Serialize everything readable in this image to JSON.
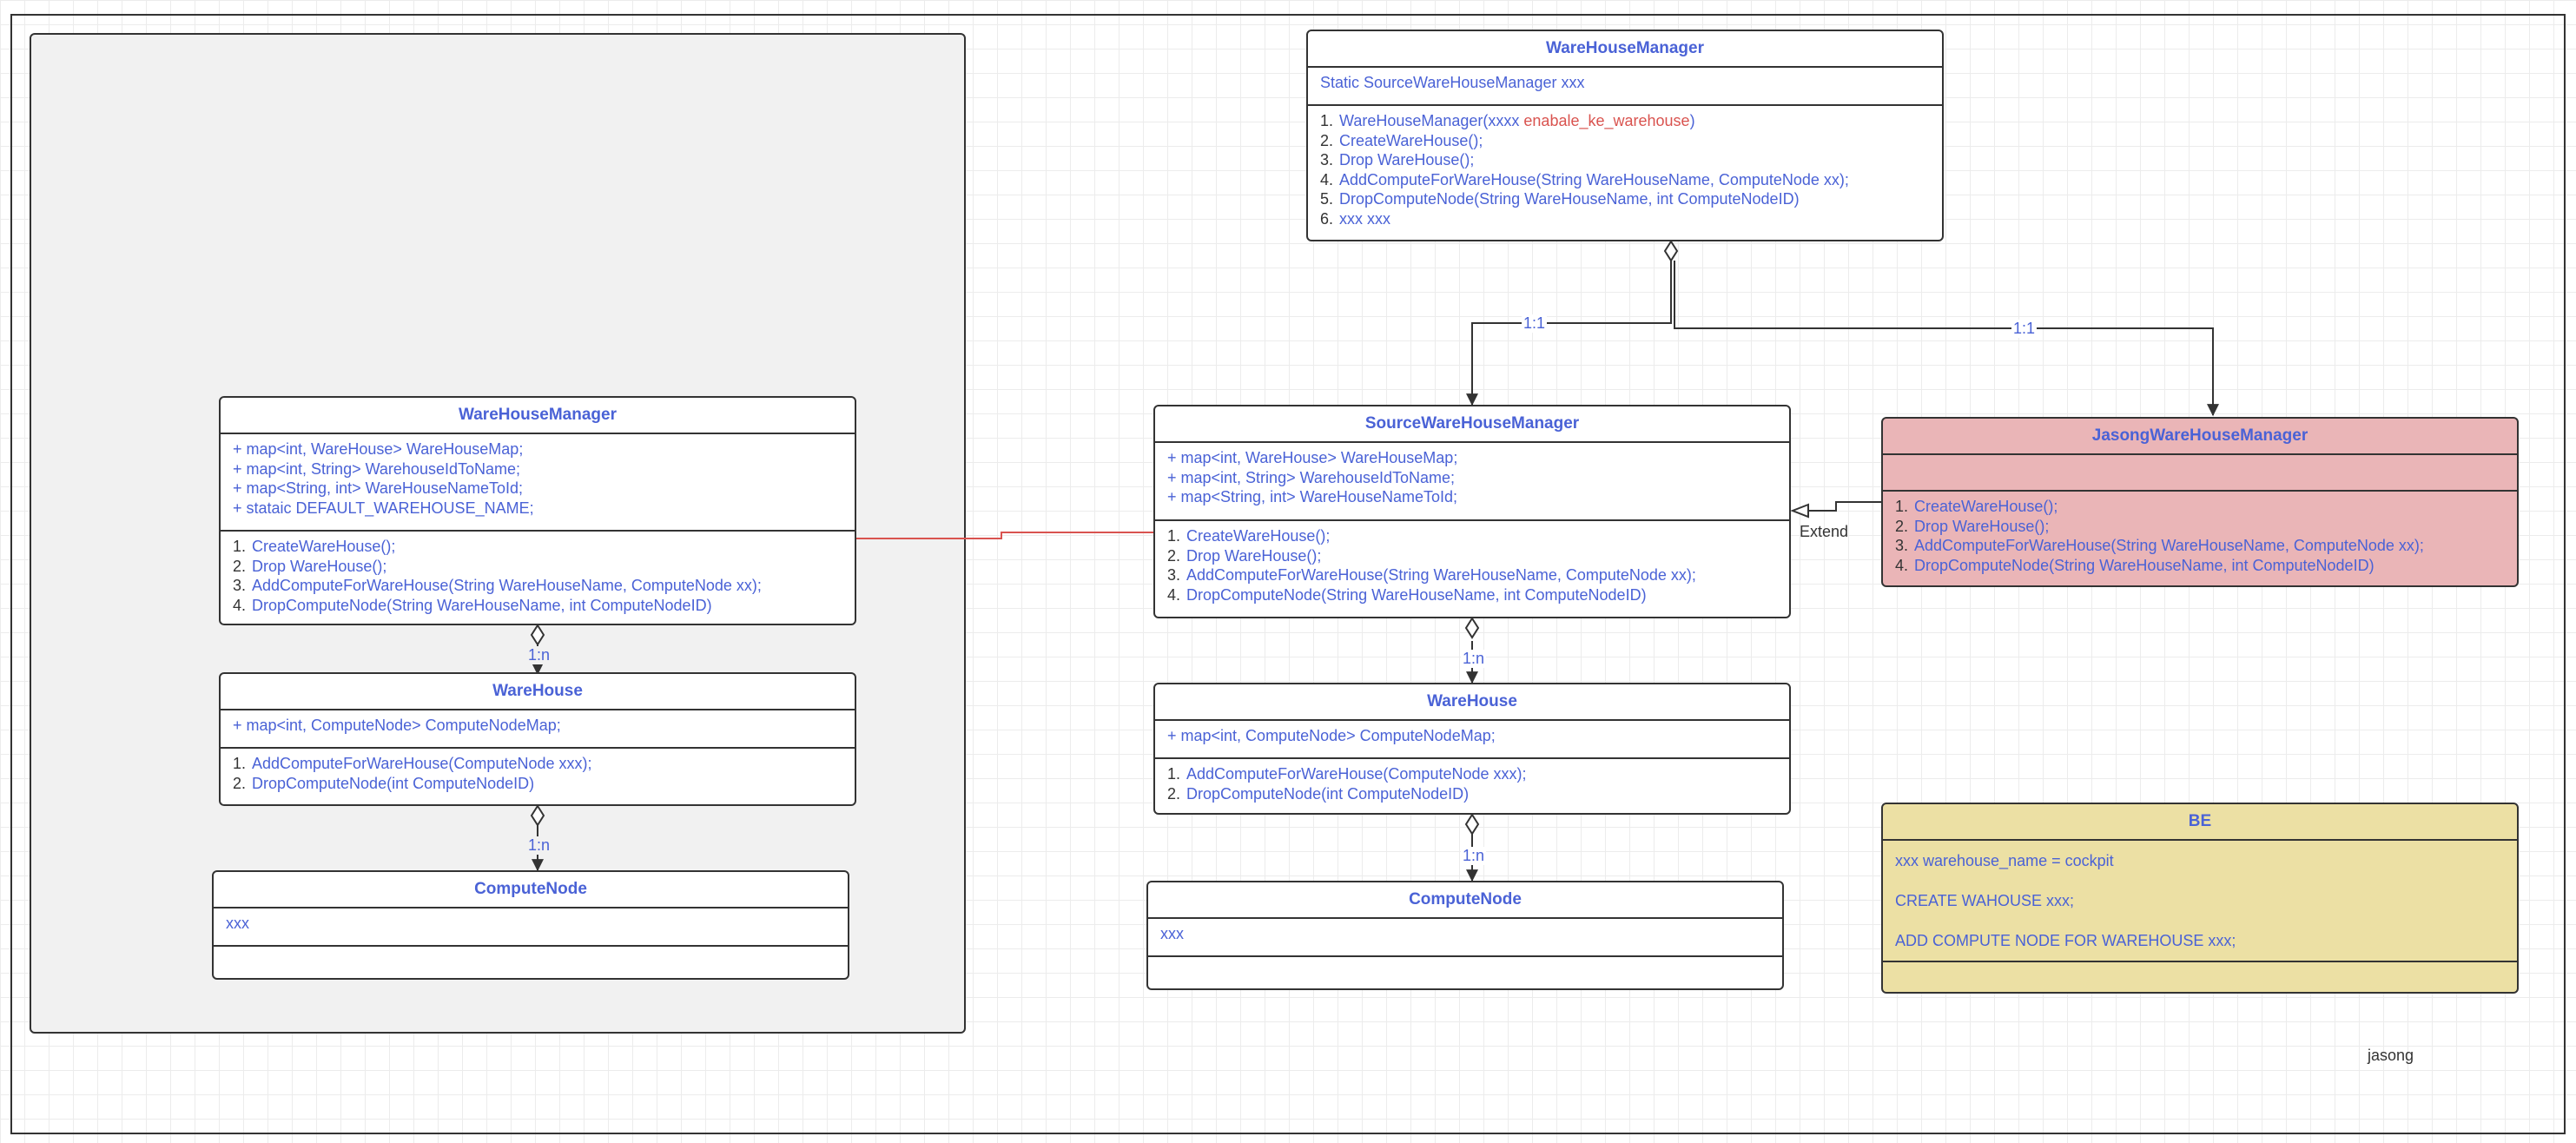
{
  "left": {
    "manager": {
      "title": "WareHouseManager",
      "fields": [
        "+ map<int, WareHouse> WareHouseMap;",
        "+ map<int, String> WarehouseIdToName;",
        "+ map<String, int> WareHouseNameToId;",
        "+ stataic DEFAULT_WAREHOUSE_NAME;"
      ],
      "methods": [
        {
          "n": "1.",
          "t": "CreateWareHouse();"
        },
        {
          "n": "2.",
          "t": "Drop WareHouse();"
        },
        {
          "n": "3.",
          "t": "AddComputeForWareHouse(String WareHouseName, ComputeNode xx);"
        },
        {
          "n": "4.",
          "t": "DropComputeNode(String WareHouseName, int ComputeNodeID)"
        }
      ]
    },
    "warehouse": {
      "title": "WareHouse",
      "fields": [
        "+ map<int, ComputeNode> ComputeNodeMap;"
      ],
      "methods": [
        {
          "n": "1.",
          "t": "AddComputeForWareHouse(ComputeNode xxx);"
        },
        {
          "n": "2.",
          "t": "DropComputeNode(int ComputeNodeID)"
        }
      ]
    },
    "computenode": {
      "title": "ComputeNode",
      "fields": [
        "xxx"
      ]
    },
    "labels": {
      "m_to_wh": "1:n",
      "wh_to_cn": "1:n"
    }
  },
  "top": {
    "title": "WareHouseManager",
    "field": "Static SourceWareHouseManager xxx",
    "methods": [
      {
        "n": "1.",
        "t": "WareHouseManager(xxxx ",
        "red": "enabale_ke_warehouse",
        "end": ")"
      },
      {
        "n": "2.",
        "t": "CreateWareHouse();"
      },
      {
        "n": "3.",
        "t": "Drop WareHouse();"
      },
      {
        "n": "4.",
        "t": "AddComputeForWareHouse(String WareHouseName, ComputeNode xx);"
      },
      {
        "n": "5.",
        "t": "DropComputeNode(String WareHouseName, int ComputeNodeID)"
      },
      {
        "n": "6.",
        "t": "xxx xxx"
      }
    ],
    "labels": {
      "to_source": "1:1",
      "to_jasong": "1:1"
    }
  },
  "source": {
    "title": "SourceWareHouseManager",
    "fields": [
      "+ map<int, WareHouse> WareHouseMap;",
      "+ map<int, String> WarehouseIdToName;",
      "+ map<String, int> WareHouseNameToId;"
    ],
    "methods": [
      {
        "n": "1.",
        "t": "CreateWareHouse();"
      },
      {
        "n": "2.",
        "t": "Drop WareHouse();"
      },
      {
        "n": "3.",
        "t": "AddComputeForWareHouse(String WareHouseName, ComputeNode xx);"
      },
      {
        "n": "4.",
        "t": "DropComputeNode(String WareHouseName, int ComputeNodeID)"
      }
    ]
  },
  "mid_warehouse": {
    "title": "WareHouse",
    "fields": [
      "+ map<int, ComputeNode> ComputeNodeMap;"
    ],
    "methods": [
      {
        "n": "1.",
        "t": "AddComputeForWareHouse(ComputeNode xxx);"
      },
      {
        "n": "2.",
        "t": "DropComputeNode(int ComputeNodeID)"
      }
    ]
  },
  "mid_computenode": {
    "title": "ComputeNode",
    "fields": [
      "xxx"
    ]
  },
  "mid_labels": {
    "src_to_wh": "1:n",
    "wh_to_cn": "1:n"
  },
  "jasong": {
    "title": "JasongWareHouseManager",
    "methods": [
      {
        "n": "1.",
        "t": "CreateWareHouse();"
      },
      {
        "n": "2.",
        "t": "Drop WareHouse();"
      },
      {
        "n": "3.",
        "t": "AddComputeForWareHouse(String WareHouseName, ComputeNode xx);"
      },
      {
        "n": "4.",
        "t": "DropComputeNode(String WareHouseName, int ComputeNodeID)"
      }
    ],
    "extend_label": "Extend"
  },
  "be": {
    "title": "BE",
    "lines": [
      "xxx warehouse_name = cockpit",
      "CREATE WAHOUSE xxx;",
      "ADD COMPUTE NODE FOR WAREHOUSE xxx;"
    ]
  },
  "author": "jasong",
  "colors": {
    "text": "#4a62d6",
    "border": "#333333",
    "accent_red": "#d9534f",
    "pink_fill": "#eab5b7",
    "yellow_fill": "#ece0a4",
    "group_fill": "#f1f1f1"
  }
}
